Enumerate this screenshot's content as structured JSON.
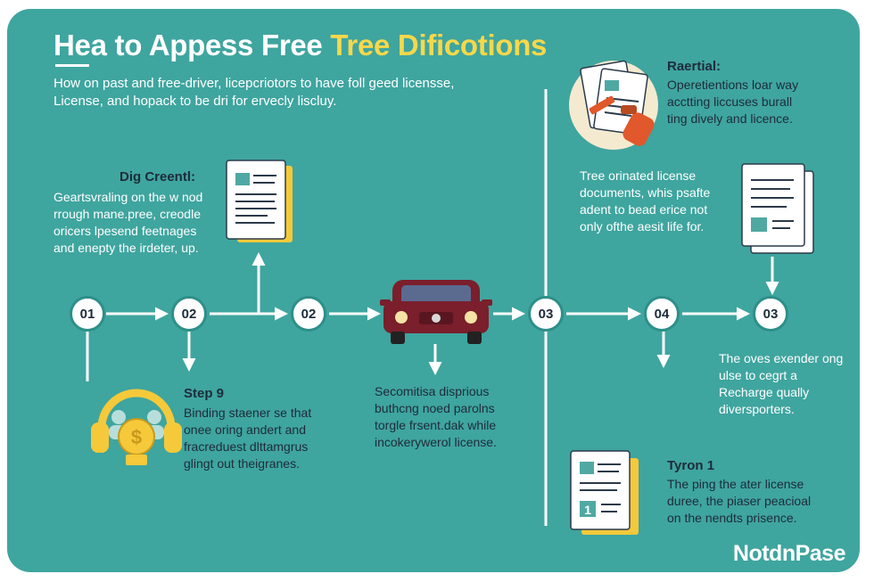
{
  "header": {
    "title_main": "Hea to Appess Free ",
    "title_highlight": "Tree Dificotions",
    "subtitle": "How on past and free-driver, licepcriotors to have foll geed licensse, License, and hopack to be dri for ervecly liscluy."
  },
  "nodes": [
    "01",
    "02",
    "02",
    "03",
    "04",
    "03"
  ],
  "sections": {
    "dig": {
      "heading": "Dig Creentl:",
      "text": "Geartsvraling on the w nod rrough mane.pree, creodle oricers lpesend feetnages and enepty the irdeter, up."
    },
    "step9": {
      "heading": "Step 9",
      "text": "Binding staener se that onee oring andert and fracreduest dlttamgrus glingt out theigranes."
    },
    "car": {
      "text": "Secomitisa disprious buthcng noed parolns torgle frsent.dak while incokerywerol license."
    },
    "raertial": {
      "heading": "Raertial:",
      "text": "Operetientions loar way acctting liccuses burall ting dively and licence."
    },
    "tree": {
      "text": "Tree orinated license documents, whis psafte adent to bead erice not only ofthe aesit life for."
    },
    "oves": {
      "text": "The oves exender ong ulse to cegrt a Recharge qually diversporters."
    },
    "tyron": {
      "heading": "Tyron 1",
      "text": "The ping the ater license duree, the piaser peacioal on the nendts prisence."
    }
  },
  "brand": "NotdnPase",
  "icons": [
    "document-icon",
    "car-icon",
    "headphones-coin-icon",
    "license-key-icon",
    "document-icon",
    "checklist-document-icon"
  ],
  "colors": {
    "background": "#3fa59f",
    "accent": "#f7d84a",
    "car": "#7a1f2b",
    "node_border": "#2d8f89"
  }
}
